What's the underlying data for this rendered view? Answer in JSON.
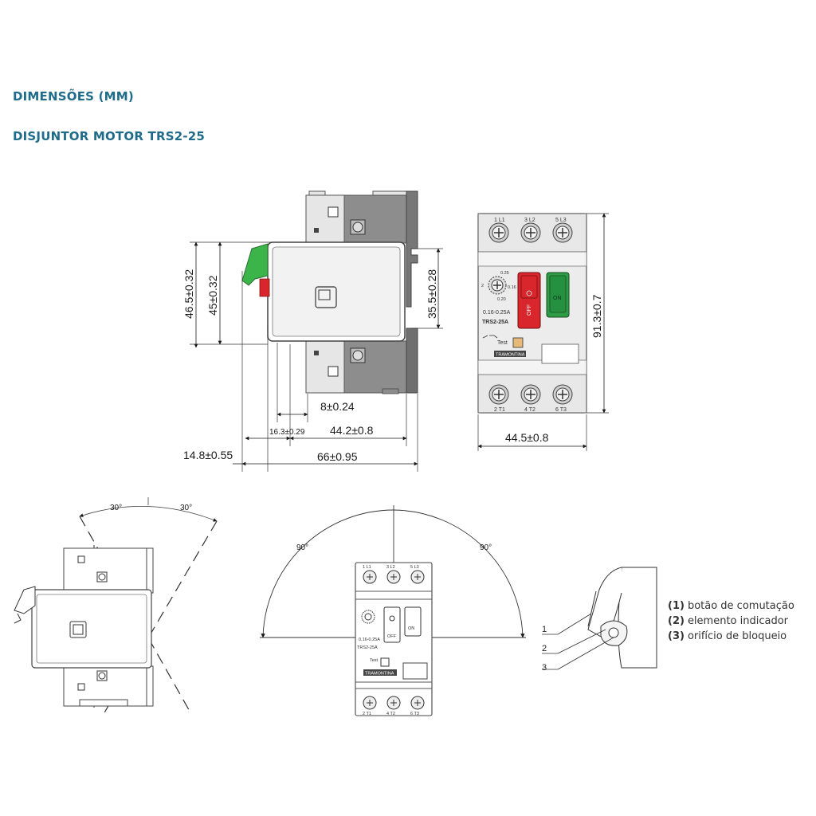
{
  "headings": {
    "dimensions": "DIMENSÕES (MM)",
    "product": "DISJUNTOR MOTOR TRS2-25"
  },
  "side_view": {
    "dim_height_outer": "46.5±0.32",
    "dim_height_inner": "45±0.32",
    "dim_height_right": "35.5±0.28",
    "dim_8": "8±0.24",
    "dim_16": "16.3±0.29",
    "dim_44_2": "44.2±0.8",
    "dim_14_8": "14.8±0.55",
    "dim_66": "66±0.95"
  },
  "front_view": {
    "terminals_top": [
      "1 L1",
      "3 L2",
      "5 L3"
    ],
    "terminals_bottom": [
      "2 T1",
      "4 T2",
      "6 T3"
    ],
    "dial_top": "0.25",
    "dial_left": "2",
    "dial_right": "0.16",
    "dial_bottom": "0.20",
    "range": "0.16-0.25A",
    "model": "TRS2-25A",
    "off_label": "OFF",
    "on_label": "ON",
    "test_label": "Test",
    "brand": "TRAMONTINA",
    "dim_height": "91.3±0.7",
    "dim_width": "44.5±0.8"
  },
  "tilt_view": {
    "angle_left": "30°",
    "angle_right": "30°"
  },
  "rotation_view": {
    "angle_left": "90°",
    "angle_right": "90°",
    "range": "0.16-0.25A",
    "model": "TRS2-25A",
    "off_label": "OFF",
    "on_label": "ON",
    "test_label": "Test",
    "brand": "TRAMONTINA",
    "terminals_top": [
      "1 L1",
      "3 L2",
      "5 L3"
    ],
    "terminals_bottom": [
      "2 T1",
      "4 T2",
      "6 T3"
    ]
  },
  "detail_view": {
    "callouts": [
      "1",
      "2",
      "3"
    ]
  },
  "legend": [
    {
      "num": "(1)",
      "text": "botão de comutação"
    },
    {
      "num": "(2)",
      "text": "elemento indicador"
    },
    {
      "num": "(3)",
      "text": "orifício de bloqueio"
    }
  ],
  "colors": {
    "heading": "#1f6b8a",
    "body_light": "#e4e4e4",
    "body_dark": "#8c8c8c",
    "off_red": "#d9262c",
    "on_green": "#2e9b46",
    "handle_green": "#3bb54a"
  }
}
